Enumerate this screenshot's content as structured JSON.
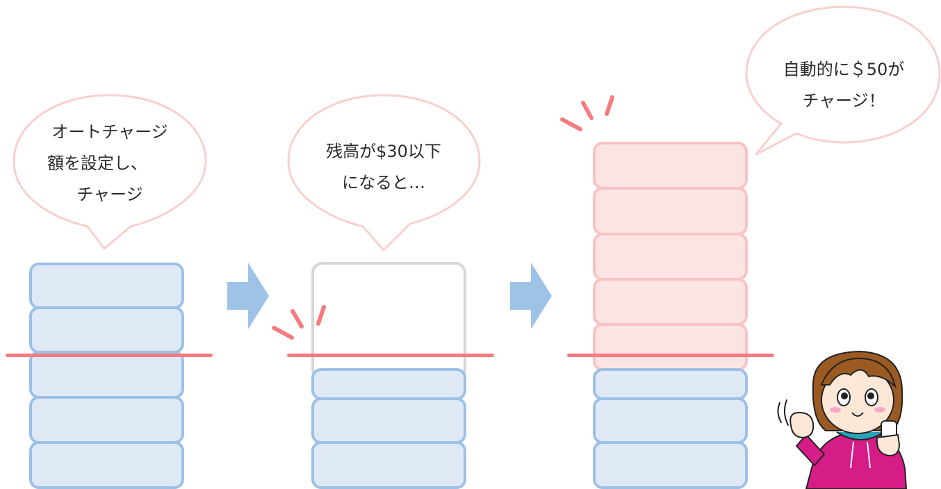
{
  "bubbles": {
    "first": {
      "line1": "オートチャージ",
      "line2": "額を設定し、",
      "line3": "チャージ"
    },
    "second": {
      "line1": "残高が$30以下",
      "line2": "になると…"
    },
    "third": {
      "line1": "自動的に＄50が",
      "line2": "チャージ！"
    }
  },
  "colors": {
    "blue_fill": "#dfe9f6",
    "blue_border": "#9dc0e6",
    "pink_fill": "#fde4e4",
    "pink_border": "#f7c3c3",
    "threshold_line": "#f47c80",
    "arrow": "#9fc3e7",
    "bubble_outline": "#f9cfcf"
  },
  "stacks": {
    "first": {
      "blue_blocks": 5,
      "pink_blocks": 0
    },
    "second": {
      "blue_blocks": 3,
      "pink_blocks": 0
    },
    "third": {
      "blue_blocks": 3,
      "pink_blocks": 5
    }
  },
  "icons": [
    "right-arrow-icon",
    "alert-burst-icon",
    "girl-with-phone-illustration"
  ]
}
